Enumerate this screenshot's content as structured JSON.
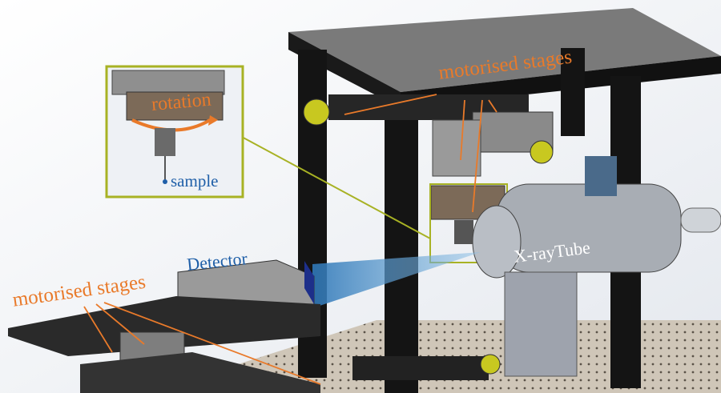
{
  "figure": {
    "labels": {
      "top_stages": "motorised stages",
      "bottom_stages": "motorised stages",
      "rotation": "rotation",
      "sample": "sample",
      "detector": "Detector",
      "xray_tube": "X-rayTube"
    },
    "colors": {
      "label_orange": "#e97a2a",
      "label_blue": "#1f5fa8",
      "inset_border": "#a8b224",
      "frame_black": "#141414",
      "beam_blue": "#5aa0d0"
    }
  }
}
